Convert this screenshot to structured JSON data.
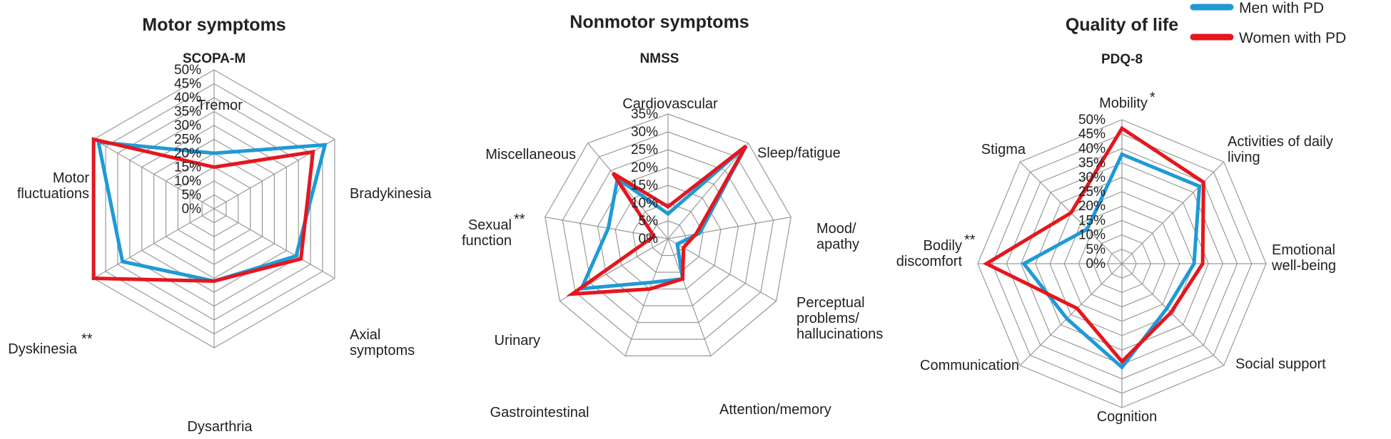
{
  "legend": {
    "items": [
      {
        "label": "Men with PD",
        "color": "#1f9ad6"
      },
      {
        "label": "Women with PD",
        "color": "#e5161e"
      }
    ]
  },
  "chart_data": [
    {
      "type": "radar",
      "title": "Motor symptoms",
      "subtitle": "SCOPA-M",
      "rmax": 50,
      "ticks": [
        "0%",
        "5%",
        "10%",
        "15%",
        "20%",
        "25%",
        "30%",
        "35%",
        "40%",
        "45%",
        "50%"
      ],
      "categories": [
        {
          "label": [
            "Tremor"
          ],
          "sig": ""
        },
        {
          "label": [
            "Bradykinesia"
          ],
          "sig": ""
        },
        {
          "label": [
            "Axial",
            "symptoms"
          ],
          "sig": ""
        },
        {
          "label": [
            "Dysarthria"
          ],
          "sig": ""
        },
        {
          "label": [
            "Dyskinesia"
          ],
          "sig": "**"
        },
        {
          "label": [
            "Motor",
            "fluctuations"
          ],
          "sig": ""
        }
      ],
      "series": [
        {
          "name": "Men with PD",
          "color": "#1f9ad6",
          "values": [
            20,
            46,
            34,
            26,
            38,
            48
          ]
        },
        {
          "name": "Women with PD",
          "color": "#e5161e",
          "values": [
            15,
            41,
            36,
            26,
            50,
            50
          ]
        }
      ]
    },
    {
      "type": "radar",
      "title": "Nonmotor symptoms",
      "subtitle": "NMSS",
      "rmax": 35,
      "ticks": [
        "0%",
        "5%",
        "10%",
        "15%",
        "20%",
        "25%",
        "30%",
        "35%"
      ],
      "categories": [
        {
          "label": [
            "Cardiovascular"
          ],
          "sig": ""
        },
        {
          "label": [
            "Sleep/fatigue"
          ],
          "sig": ""
        },
        {
          "label": [
            "Mood/",
            "apathy"
          ],
          "sig": ""
        },
        {
          "label": [
            "Perceptual",
            "problems/",
            "hallucinations"
          ],
          "sig": ""
        },
        {
          "label": [
            "Attention/memory"
          ],
          "sig": ""
        },
        {
          "label": [
            "Gastrointestinal"
          ],
          "sig": ""
        },
        {
          "label": [
            "Urinary"
          ],
          "sig": ""
        },
        {
          "label": [
            "Sexual",
            "function"
          ],
          "sig": "**"
        },
        {
          "label": [
            "Miscellaneous"
          ],
          "sig": ""
        }
      ],
      "series": [
        {
          "name": "Men with PD",
          "color": "#1f9ad6",
          "values": [
            7,
            34,
            9,
            3,
            12,
            13,
            28,
            17,
            22
          ]
        },
        {
          "name": "Women with PD",
          "color": "#e5161e",
          "values": [
            9,
            34,
            8,
            5,
            12,
            15,
            31,
            4,
            24
          ]
        }
      ]
    },
    {
      "type": "radar",
      "title": "Quality of life",
      "subtitle": "PDQ-8",
      "rmax": 50,
      "ticks": [
        "0%",
        "5%",
        "10%",
        "15%",
        "20%",
        "25%",
        "30%",
        "35%",
        "40%",
        "45%",
        "50%"
      ],
      "categories": [
        {
          "label": [
            "Mobility"
          ],
          "sig": "*"
        },
        {
          "label": [
            "Activities of daily",
            "living"
          ],
          "sig": ""
        },
        {
          "label": [
            "Emotional",
            "well-being"
          ],
          "sig": ""
        },
        {
          "label": [
            "Social support"
          ],
          "sig": ""
        },
        {
          "label": [
            "Cognition"
          ],
          "sig": ""
        },
        {
          "label": [
            "Communication"
          ],
          "sig": ""
        },
        {
          "label": [
            "Bodily",
            "discomfort"
          ],
          "sig": "**"
        },
        {
          "label": [
            "Stigma"
          ],
          "sig": ""
        }
      ],
      "series": [
        {
          "name": "Men with PD",
          "color": "#1f9ad6",
          "values": [
            38,
            38,
            25,
            22,
            36,
            27,
            34,
            17
          ]
        },
        {
          "name": "Women with PD",
          "color": "#e5161e",
          "values": [
            47,
            40,
            28,
            24,
            34,
            22,
            47,
            25
          ]
        }
      ]
    }
  ]
}
